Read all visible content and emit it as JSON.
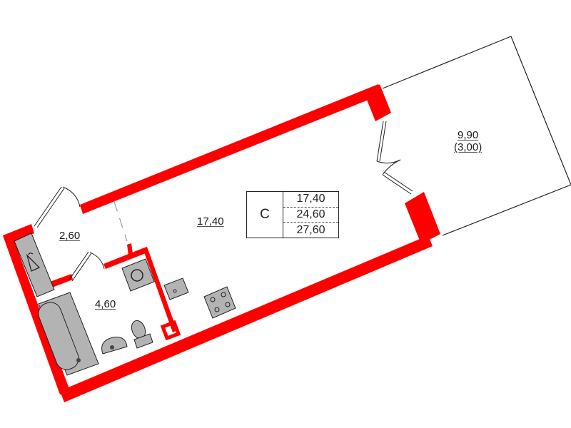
{
  "plan": {
    "colors": {
      "wall": "#ff0000",
      "fixture": "#b3b3b3",
      "outline": "#222222"
    },
    "rooms": [
      {
        "id": "living",
        "area": "17,40"
      },
      {
        "id": "hall",
        "area": "2,60"
      },
      {
        "id": "bathroom",
        "area": "4,60"
      },
      {
        "id": "loggia",
        "area": "9,90",
        "reduced_area": "(3,00)"
      }
    ],
    "legend": {
      "class": "С",
      "values": [
        "17,40",
        "24,60",
        "27,60"
      ]
    },
    "fixtures": [
      "wardrobe-hanger",
      "bathtub",
      "washbasin",
      "toilet",
      "washing-machine",
      "kitchen-sink",
      "stove"
    ]
  }
}
